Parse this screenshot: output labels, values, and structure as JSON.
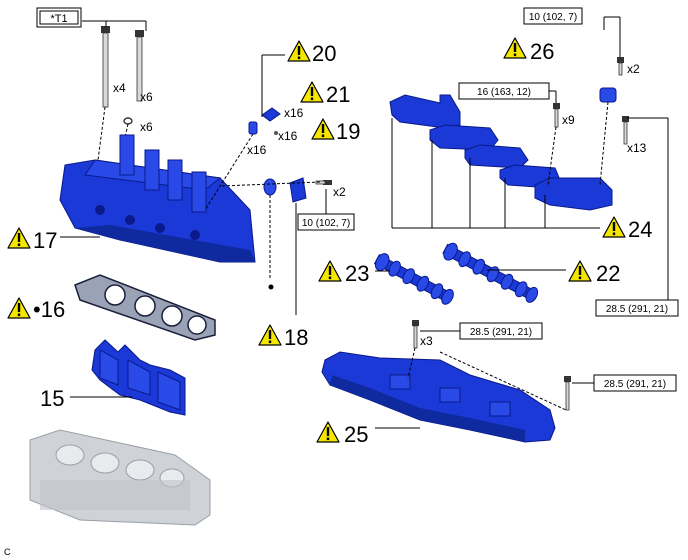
{
  "callouts": {
    "t1": "*T1",
    "p20": "20",
    "p21": "21",
    "p19": "19",
    "p26": "26",
    "p17": "17",
    "p16": "•16",
    "p15": "15",
    "p18": "18",
    "p23": "23",
    "p22": "22",
    "p24": "24",
    "p25": "25"
  },
  "quantities": {
    "q_x4": "x4",
    "q_x6_a": "x6",
    "q_x6_b": "x6",
    "q_x16_a": "x16",
    "q_x16_b": "x16",
    "q_x16_c": "x16",
    "q_x2_a": "x2",
    "q_x2_b": "x2",
    "q_x9": "x9",
    "q_x13": "x13",
    "q_x3": "x3"
  },
  "torque_specs": {
    "t_10_a": "10 (102, 7)",
    "t_10_b": "10 (102, 7)",
    "t_16": "16 (163, 12)",
    "t_285_a": "28.5 (291, 21)",
    "t_285_b": "28.5 (291, 21)",
    "t_285_c": "28.5 (291, 21)"
  },
  "warning_symbol": "!",
  "dot": "•",
  "footer": {
    "code": "C"
  },
  "colors": {
    "part_blue": "#1b39d6",
    "warning_yellow": "#f5e600",
    "engine_gray": "#c8c8c8"
  },
  "icons": [
    "warning-icon"
  ]
}
